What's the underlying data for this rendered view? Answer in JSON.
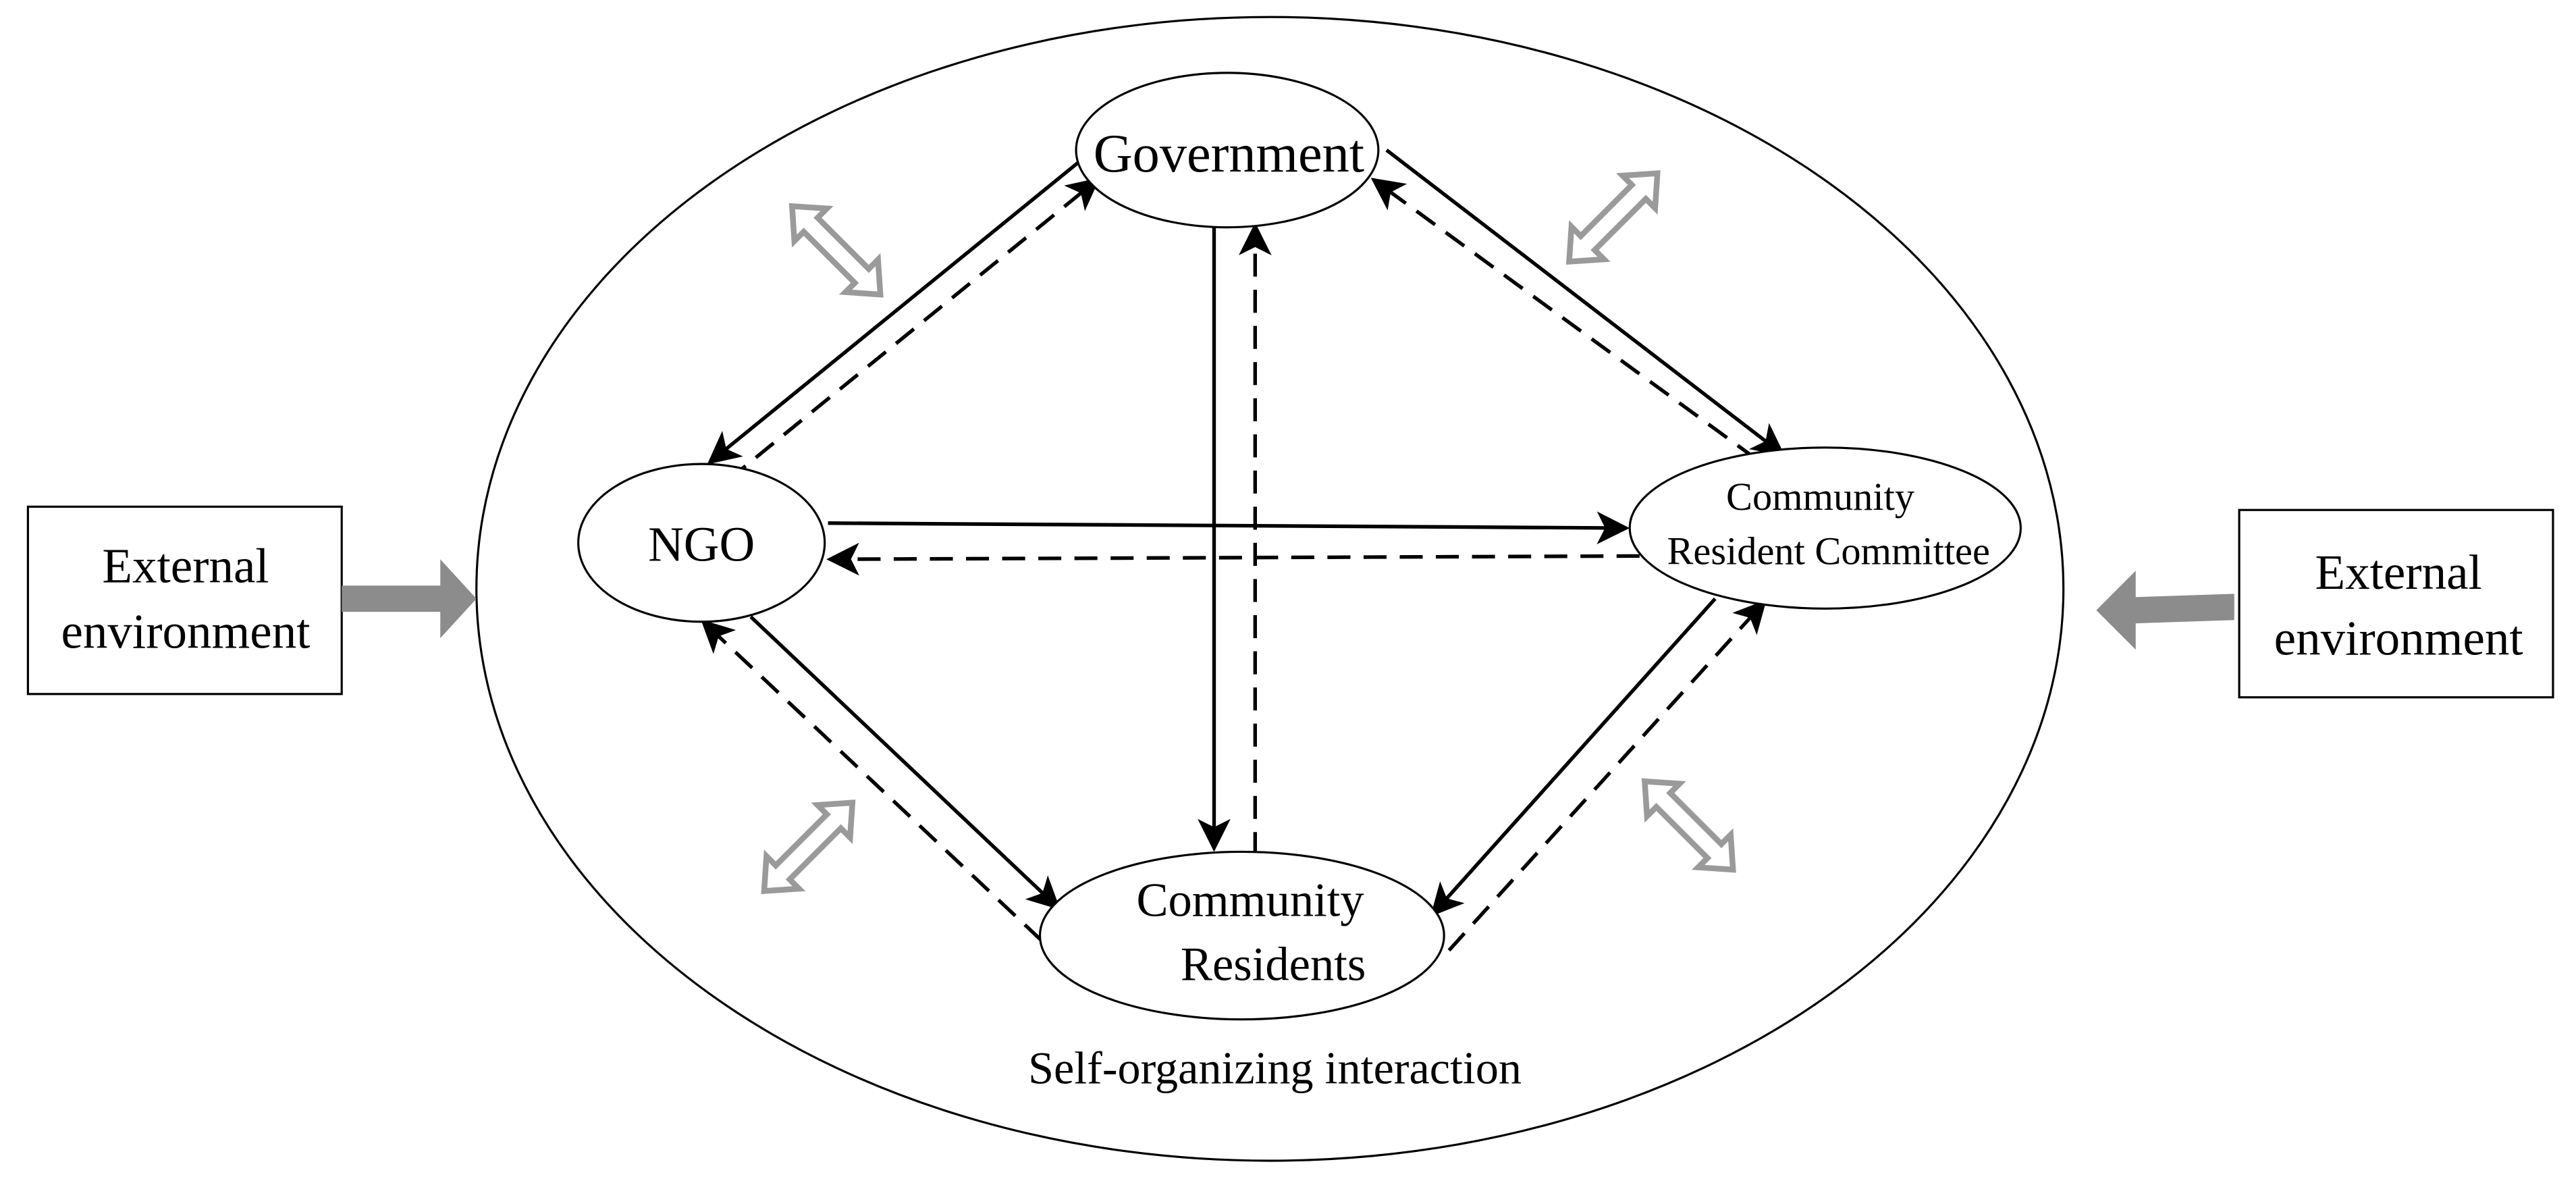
{
  "nodes": {
    "government": {
      "label": "Government"
    },
    "ngo": {
      "label": "NGO"
    },
    "committee": {
      "line1": "Community",
      "line2": "Resident Committee"
    },
    "residents": {
      "line1": "Community",
      "line2": "Residents"
    }
  },
  "external": {
    "left": {
      "line1": "External",
      "line2": "environment"
    },
    "right": {
      "line1": "External",
      "line2": "environment"
    }
  },
  "caption": "Self-organizing interaction",
  "colors": {
    "line": "#000000",
    "double_arrow": "#9a9a9a",
    "external_arrow": "#8c8c8c",
    "background": "#ffffff"
  },
  "edges": [
    {
      "from": "government",
      "to": "ngo",
      "style": "solid"
    },
    {
      "from": "ngo",
      "to": "government",
      "style": "dashed"
    },
    {
      "from": "government",
      "to": "committee",
      "style": "solid"
    },
    {
      "from": "committee",
      "to": "government",
      "style": "dashed"
    },
    {
      "from": "government",
      "to": "residents",
      "style": "solid"
    },
    {
      "from": "residents",
      "to": "government",
      "style": "dashed"
    },
    {
      "from": "ngo",
      "to": "committee",
      "style": "solid"
    },
    {
      "from": "committee",
      "to": "ngo",
      "style": "dashed"
    },
    {
      "from": "ngo",
      "to": "residents",
      "style": "solid"
    },
    {
      "from": "residents",
      "to": "ngo",
      "style": "dashed"
    },
    {
      "from": "committee",
      "to": "residents",
      "style": "solid"
    },
    {
      "from": "residents",
      "to": "committee",
      "style": "dashed"
    }
  ],
  "double_arrow_icon": "bidirectional-hollow-arrow"
}
